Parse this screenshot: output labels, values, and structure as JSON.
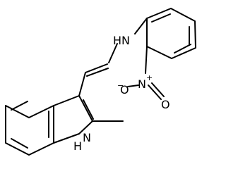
{
  "structure": {
    "atoms": {
      "hydrazone_nh": "HN",
      "nitro_n": "N",
      "nitro_n_charge": "+",
      "nitro_o_left": "O",
      "nitro_o_left_charge": "−",
      "nitro_o_right": "O",
      "indole_nh": "H"
    },
    "colors": {
      "bonds": "#000000",
      "labels": "#000000",
      "background": "#ffffff"
    }
  }
}
